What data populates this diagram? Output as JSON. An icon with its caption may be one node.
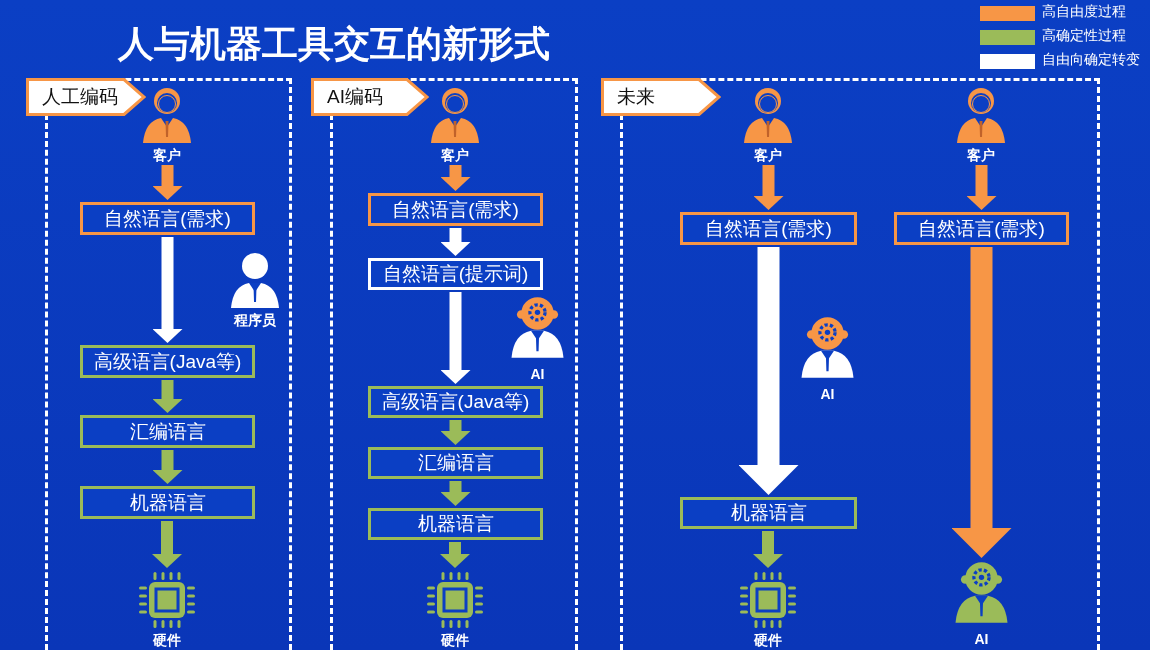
{
  "diagram": {
    "title": "人与机器工具交互的新形式",
    "nodes": [
      {
        "text": [
          "人工编码"
        ]
      },
      {
        "text": [
          "客户"
        ],
        "in": 0
      },
      {
        "text": [
          "自然语言(需求)"
        ],
        "in": 0
      },
      {
        "text": [
          "程序员"
        ],
        "in": 0
      },
      {
        "text": [
          "高级语言(Java等)"
        ],
        "in": 0
      },
      {
        "text": [
          "汇编语言"
        ],
        "in": 0
      },
      {
        "text": [
          "机器语言"
        ],
        "in": 0
      },
      {
        "text": [
          "硬件"
        ],
        "in": 0
      },
      {
        "text": [
          "AI编码"
        ]
      },
      {
        "text": [
          "客户"
        ],
        "in": 8
      },
      {
        "text": [
          "自然语言(需求)"
        ],
        "in": 8
      },
      {
        "text": [
          "自然语言(提示词)"
        ],
        "in": 8
      },
      {
        "text": [
          "AI"
        ],
        "in": 8
      },
      {
        "text": [
          "高级语言(Java等)"
        ],
        "in": 8
      },
      {
        "text": [
          "汇编语言"
        ],
        "in": 8
      },
      {
        "text": [
          "机器语言"
        ],
        "in": 8
      },
      {
        "text": [
          "硬件"
        ],
        "in": 8
      },
      {
        "text": [
          "未来"
        ]
      },
      {
        "text": [
          "客户"
        ],
        "in": 17
      },
      {
        "text": [
          "客户"
        ],
        "in": 17
      },
      {
        "text": [
          "自然语言(需求)"
        ],
        "in": 17
      },
      {
        "text": [
          "自然语言(需求)"
        ],
        "in": 17
      },
      {
        "text": [
          "AI"
        ],
        "in": 17
      },
      {
        "text": [
          "机器语言"
        ],
        "in": 17
      },
      {
        "text": [
          "硬件"
        ],
        "in": 17
      },
      {
        "text": [
          "AI"
        ],
        "in": 17
      }
    ],
    "edges": [
      {
        "from": 1,
        "to": 2,
        "arrow": "to",
        "color": "#f79646"
      },
      {
        "from": 2,
        "to": 4,
        "arrow": "to",
        "color": "#ffffff"
      },
      {
        "from": 4,
        "to": 5,
        "arrow": "to"
      },
      {
        "from": 5,
        "to": 6,
        "arrow": "to"
      },
      {
        "from": 6,
        "to": 7,
        "arrow": "to"
      },
      {
        "from": 9,
        "to": 10,
        "arrow": "to",
        "color": "#f79646"
      },
      {
        "from": 10,
        "to": 11,
        "arrow": "to",
        "color": "#ffffff"
      },
      {
        "from": 11,
        "to": 13,
        "arrow": "to",
        "color": "#ffffff"
      },
      {
        "from": 13,
        "to": 14,
        "arrow": "to"
      },
      {
        "from": 14,
        "to": 15,
        "arrow": "to"
      },
      {
        "from": 15,
        "to": 16,
        "arrow": "to"
      },
      {
        "from": 18,
        "to": 20,
        "arrow": "to",
        "color": "#f79646"
      },
      {
        "from": 19,
        "to": 21,
        "arrow": "to",
        "color": "#f79646"
      },
      {
        "from": 20,
        "to": 23,
        "arrow": "to",
        "style": "thick",
        "color": "#ffffff"
      },
      {
        "from": 23,
        "to": 24,
        "arrow": "to"
      },
      {
        "from": 21,
        "to": 25,
        "arrow": "to",
        "style": "thick",
        "color": "#f79646"
      }
    ],
    "legend": [
      {
        "text": "高自由度过程",
        "color": "#f79646"
      },
      {
        "text": "高确定性过程",
        "color": "#9bbb59"
      },
      {
        "text": "自由向确定转变",
        "color": "#ffffff"
      }
    ]
  }
}
